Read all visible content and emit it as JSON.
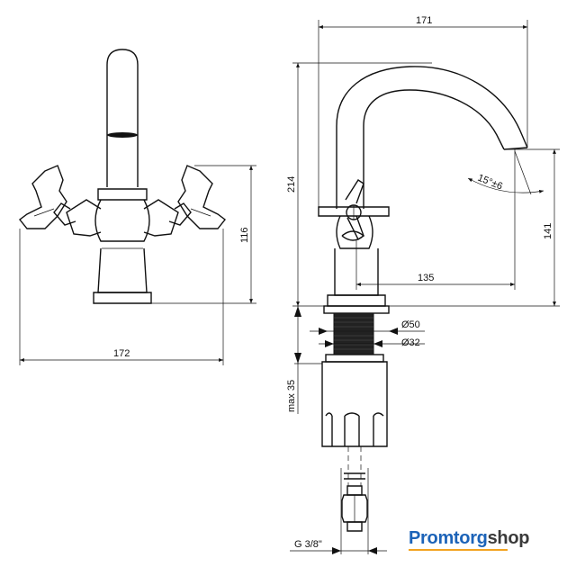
{
  "dimensions": {
    "front_width": "172",
    "front_height": "116",
    "spout_reach": "171",
    "total_height": "214",
    "spout_height": "141",
    "center_to_spout": "135",
    "base_diameter": "Ø50",
    "thread_diameter": "Ø32",
    "max_mount": "max 35",
    "angle": "15°±6",
    "connection": "G 3/8\""
  },
  "brand": {
    "part1": "Promtorg",
    "part2": "shop"
  },
  "colors": {
    "line": "#111111",
    "brand_blue": "#1c63b8",
    "brand_dark": "#3a3a3a",
    "brand_underline": "#f2a320"
  }
}
